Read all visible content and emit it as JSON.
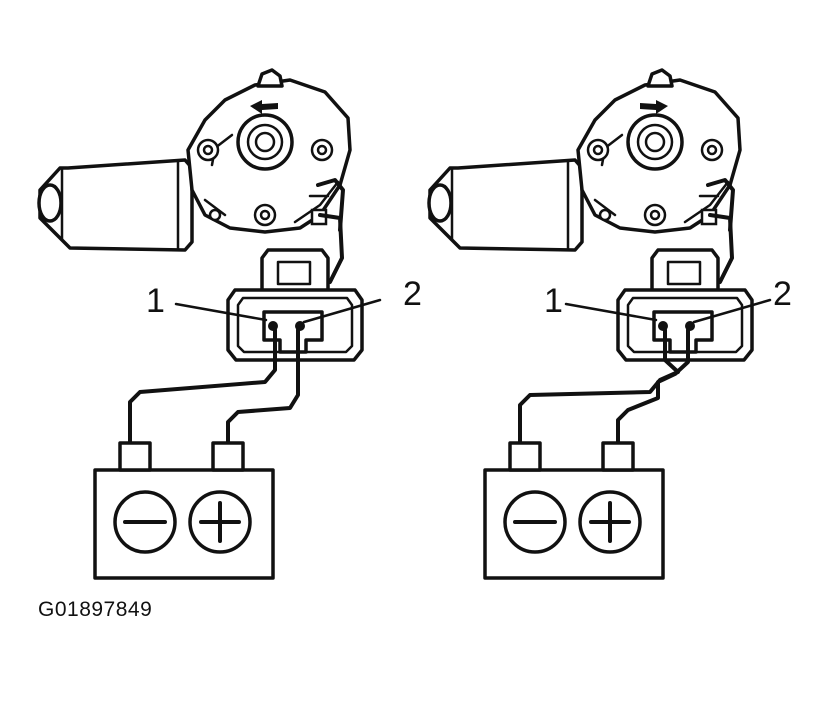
{
  "diagram": {
    "figure_id": "G01897849",
    "panels": [
      {
        "terminal_labels": {
          "terminal_1": "1",
          "terminal_2": "2"
        },
        "battery": {
          "left_symbol": "minus-icon",
          "right_symbol": "plus-icon"
        },
        "rotation_arrow": "left-arrow-icon"
      },
      {
        "terminal_labels": {
          "terminal_1": "1",
          "terminal_2": "2"
        },
        "battery": {
          "left_symbol": "minus-icon",
          "right_symbol": "plus-icon"
        },
        "rotation_arrow": "right-arrow-icon"
      }
    ]
  }
}
